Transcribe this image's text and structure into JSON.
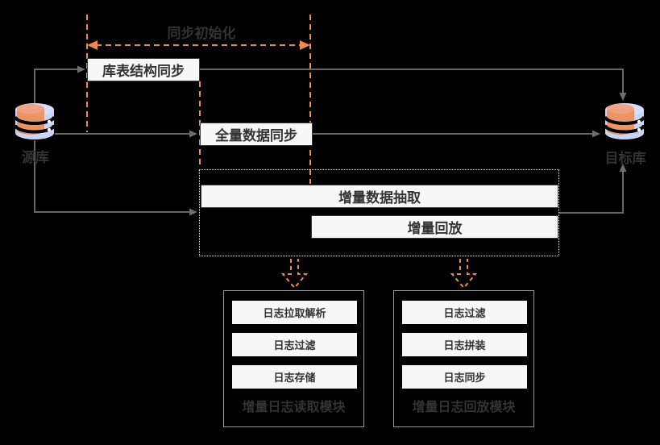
{
  "phase": {
    "label": "同步初始化"
  },
  "nodes": {
    "source_db": "源库",
    "target_db": "目标库",
    "schema_sync": "库表结构同步",
    "full_sync": "全量数据同步",
    "incr_extract": "增量数据抽取",
    "incr_replay": "增量回放"
  },
  "modules": {
    "reader": {
      "title": "增量日志读取模块",
      "boxes": [
        "日志拉取解析",
        "日志过滤",
        "日志存储"
      ]
    },
    "replayer": {
      "title": "增量日志回放模块",
      "boxes": [
        "日志过滤",
        "日志拼装",
        "日志同步"
      ]
    }
  },
  "icons": {
    "source": "database-icon",
    "target": "database-icon",
    "phase_range": "double-headed-dashed-arrow",
    "module_pointer": "hollow-dashed-down-arrow"
  },
  "colors": {
    "background": "#000000",
    "accent_orange": "#ED8A4E",
    "line_gray": "#666666",
    "text_dark": "#333333",
    "box_fill": "#F7F7F7",
    "box_border": "#3A3A3A",
    "group_dotted_border": "#E8E8E8",
    "module_border": "#9A9A9A",
    "db_blue": "#C9D5F7",
    "db_blue_top": "#D6DFFA",
    "db_orange": "#EE8A50",
    "db_orange_top": "#EFA183"
  }
}
